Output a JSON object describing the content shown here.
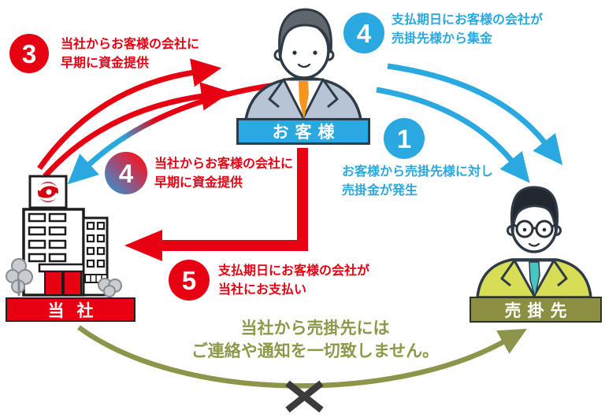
{
  "background": "#ffffff",
  "colors": {
    "red": "#e60012",
    "blue": "#29a9e0",
    "olive_arrow": "#8e9449",
    "olive_banner": "#8a8f42",
    "cross_mark": "#3b3b3b"
  },
  "actors": {
    "customer": {
      "label": "お客様"
    },
    "our_company": {
      "label": "当社"
    },
    "receivable_client": {
      "label": "売掛先"
    }
  },
  "steps": {
    "step1": {
      "number": "1",
      "lines": [
        "お客様から売掛先様に対し",
        "売掛金が発生"
      ]
    },
    "step3": {
      "number": "3",
      "lines": [
        "当社からお客様の会社に",
        "早期に資金提供"
      ]
    },
    "step4_funding": {
      "number": "4",
      "lines": [
        "当社からお客様の会社に",
        "早期に資金提供"
      ]
    },
    "step4_collect": {
      "number": "4",
      "lines": [
        "支払期日にお客様の会社が",
        "売掛先様から集金"
      ]
    },
    "step5": {
      "number": "5",
      "lines": [
        "支払期日にお客様の会社が",
        "当社にお支払い"
      ]
    }
  },
  "notice": {
    "lines": [
      "当社から売掛先には",
      "ご連絡や通知を一切致しません。"
    ]
  }
}
